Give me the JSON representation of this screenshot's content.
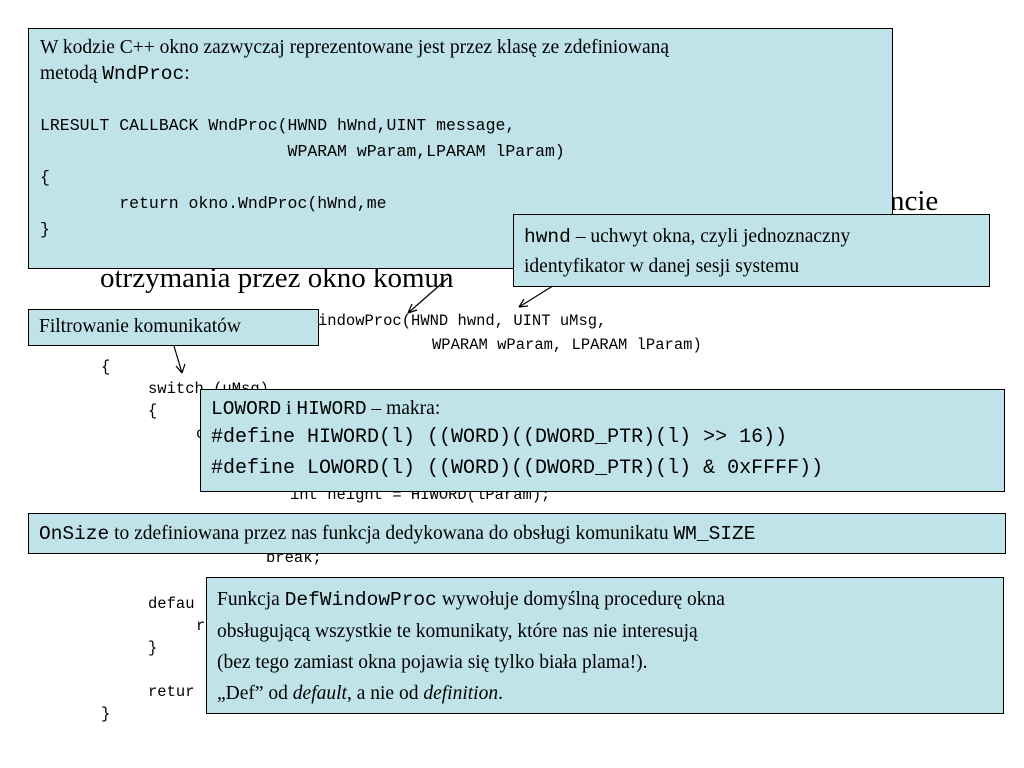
{
  "slide": {
    "background_color": "#ffffff",
    "box_color": "#bfe3e8",
    "title_fragments": {
      "top_right": "ncie",
      "second_line": "otrzymania przez okno komun"
    },
    "background_code": [
      "indowProc(HWND hwnd, UINT uMsg,",
      "WPARAM wParam, LPARAM lParam)",
      "{",
      "switch (uMsg)",
      "{",
      "c",
      "int height = HIWORD(lParam);",
      "break;",
      "defau",
      "r",
      "}",
      "retur",
      "}"
    ],
    "callouts": {
      "wndproc": {
        "lead": "W kodzie C++ okno zazwyczaj reprezentowane jest przez klasę ze zdefiniowaną",
        "metoda": "metodą ",
        "method_name": "WndProc",
        "colon": ":",
        "code": [
          "LRESULT CALLBACK WndProc(HWND hWnd,UINT message,",
          "                         WPARAM wParam,LPARAM lParam)",
          "{",
          "        return okno.WndProc(hWnd,me",
          "}"
        ]
      },
      "hwnd": {
        "term": "hwnd",
        "text1": " – uchwyt okna, czyli jednoznaczny",
        "text2": "identyfikator w danej sesji systemu"
      },
      "filter": {
        "text": "Filtrowanie komunikatów"
      },
      "macros": {
        "term1": "LOWORD",
        "and": " i ",
        "term2": "HIWORD",
        "suffix": " – makra:",
        "define_hi": "#define HIWORD(l) ((WORD)((DWORD_PTR)(l) >> 16))",
        "define_lo": "#define LOWORD(l) ((WORD)((DWORD_PTR)(l) & 0xFFFF))"
      },
      "onsize": {
        "term": "OnSize",
        "text": " to zdefiniowana przez nas funkcja dedykowana do obsługi komunikatu ",
        "message": "WM_SIZE"
      },
      "defwindowproc": {
        "prefix": "Funkcja ",
        "term": "DefWindowProc",
        "line1_rest": " wywołuje domyślną procedurę okna",
        "line2": "obsługującą wszystkie te komunikaty, które nas nie interesują",
        "line3": "(bez tego zamiast okna pojawia się tylko biała plama!).",
        "line4_a": "„Def” od ",
        "line4_b": "default",
        "line4_c": ", a nie od ",
        "line4_d": "definition",
        "line4_e": "."
      }
    }
  }
}
